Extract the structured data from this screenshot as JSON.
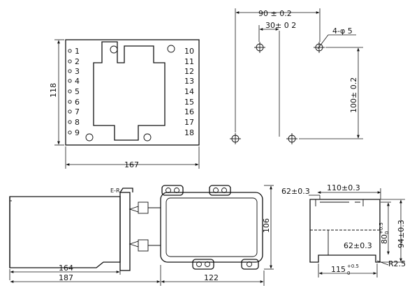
{
  "front_view": {
    "terminals_left": [
      "1",
      "2",
      "3",
      "4",
      "5",
      "6",
      "7",
      "8",
      "9"
    ],
    "terminals_right": [
      "10",
      "11",
      "12",
      "13",
      "14",
      "15",
      "16",
      "17",
      "18"
    ],
    "height_dim": "118",
    "width_dim": "167"
  },
  "mounting_holes": {
    "width_dim": "90 ± 0.2",
    "inner_dim": "30± 0 2",
    "hole_note": "4-φ 5",
    "height_dim": "100± 0.2"
  },
  "side_view": {
    "label_small": "E-R",
    "body_length": "164",
    "overall_length": "187",
    "base_width": "122",
    "height_dim": "106"
  },
  "end_view": {
    "top_dim_left": "62±0.3",
    "top_dim_right": "110±0.3",
    "inner_dim": "62±0.3",
    "height_80": "80",
    "height_80_tol_upper": "+0.5",
    "height_80_tol_lower": "0",
    "height_94": "94±0.3",
    "bottom_dim": "115",
    "bottom_tol_upper": "+0.5",
    "bottom_tol_lower": "0",
    "radius": "R2.5"
  }
}
